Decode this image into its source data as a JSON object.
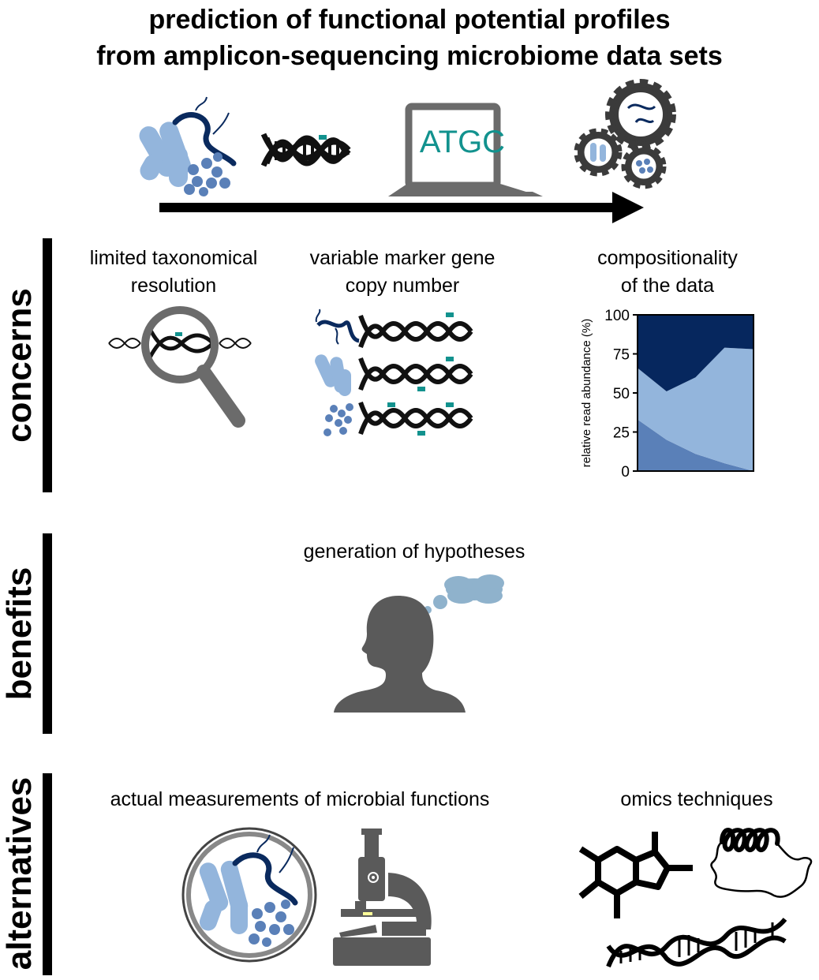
{
  "title": {
    "line1": "prediction of functional potential profiles",
    "line2": "from amplicon-sequencing microbiome data sets"
  },
  "pipeline": {
    "screen_text": "ATGC"
  },
  "sections": {
    "concerns": {
      "label": "concerns",
      "items": [
        {
          "line1": "limited taxonomical",
          "line2": "resolution"
        },
        {
          "line1": "variable marker gene",
          "line2": "copy number"
        },
        {
          "line1": "compositionality",
          "line2": "of the data"
        }
      ]
    },
    "benefits": {
      "label": "benefits",
      "item": "generation of hypotheses"
    },
    "alternatives": {
      "label": "alternatives",
      "items": [
        "actual measurements of microbial functions",
        "omics techniques"
      ]
    }
  },
  "chart_data": {
    "type": "area",
    "stacked": true,
    "ylabel": "relative read abundance (%)",
    "ylim": [
      0,
      100
    ],
    "yticks": [
      "0",
      "25",
      "50",
      "75",
      "100"
    ],
    "x": [
      0,
      1,
      2,
      3,
      4
    ],
    "series": [
      {
        "values": [
          33,
          20,
          11,
          5,
          0
        ],
        "color": "#5a80b8"
      },
      {
        "values": [
          33,
          31,
          49,
          74,
          78
        ],
        "color": "#93b5dc"
      },
      {
        "values": [
          34,
          49,
          40,
          21,
          22
        ],
        "color": "#06275e"
      }
    ],
    "grid": false
  },
  "colors": {
    "teal": "#12928e",
    "dark_navy": "#0a2a5e",
    "light_blue": "#93b5dc",
    "mid_blue": "#5a80b8",
    "gray": "#5a5a5a",
    "thought_cloud": "#8fb2cc"
  }
}
